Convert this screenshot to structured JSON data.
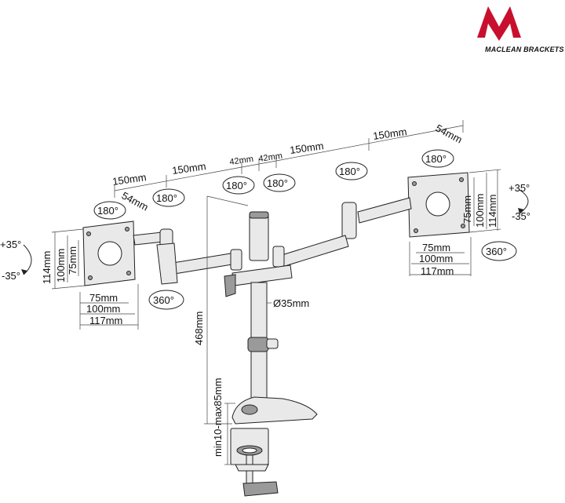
{
  "brand": {
    "name": "MACLEAN BRACKETS",
    "logo_letter": "M",
    "logo_color": "#c8102e"
  },
  "arm_segments": [
    "150mm",
    "150mm",
    "42mm",
    "42mm",
    "150mm",
    "150mm"
  ],
  "tilt": {
    "up": "+35°",
    "down": "-35°"
  },
  "rotation": {
    "swivel": "180°",
    "full": "360°"
  },
  "vesa": {
    "small": "75mm",
    "medium": "100mm",
    "large": "114mm",
    "wide": "117mm",
    "depth": "54mm"
  },
  "pole": {
    "diameter": "Ø35mm",
    "height": "468mm",
    "clamp_range": "min10-max85mm"
  }
}
